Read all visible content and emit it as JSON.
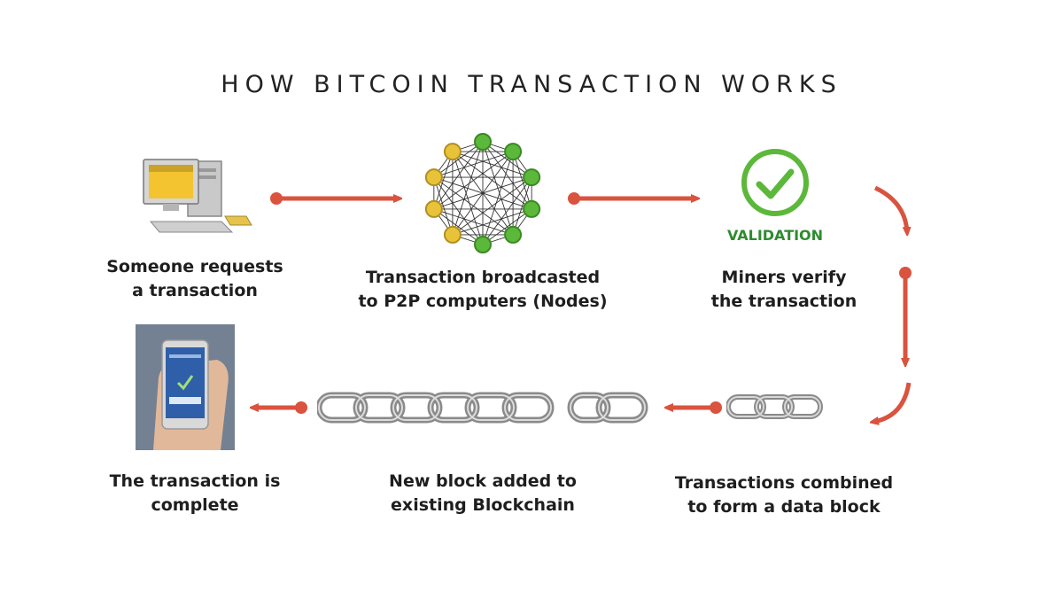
{
  "title": "HOW BITCOIN TRANSACTION WORKS",
  "steps": [
    {
      "label": "Someone requests\na transaction",
      "icon": "computer-icon"
    },
    {
      "label": "Transaction broadcasted\nto  P2P computers (Nodes)",
      "icon": "network-nodes-icon"
    },
    {
      "label": "Miners verify\nthe transaction",
      "icon": "validation-check-icon"
    },
    {
      "label": "Transactions combined\nto form a data block",
      "icon": "chain-block-icon"
    },
    {
      "label": "New block added to\nexisting Blockchain",
      "icon": "chain-icon"
    },
    {
      "label": "The transaction is\ncomplete",
      "icon": "phone-in-hand-icon"
    }
  ],
  "validation_text": "VALIDATION",
  "colors": {
    "arrow": "#d9533f",
    "check": "#5cb83a",
    "node_green": "#5cb83a",
    "node_yellow": "#e8c33a",
    "chain": "#8a8a8a"
  }
}
